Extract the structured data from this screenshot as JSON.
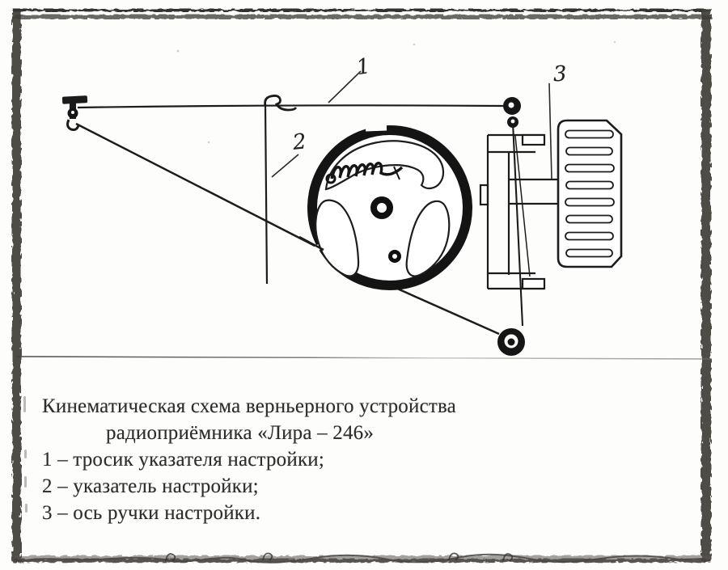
{
  "figure": {
    "caption": {
      "title_line1": "Кинематическая схема верньерного устройства",
      "title_line2": "радиоприёмника «Лира – 246»",
      "items": [
        "1 – тросик указателя настройки;",
        "2 – указатель настройки;",
        "3 – ось ручки настройки."
      ]
    },
    "callouts": {
      "c1": "1",
      "c2": "2",
      "c3": "3"
    }
  },
  "colors": {
    "ink": "#1c1c1c",
    "paper": "#fdfdfc",
    "border_band": "#3f3c38"
  }
}
